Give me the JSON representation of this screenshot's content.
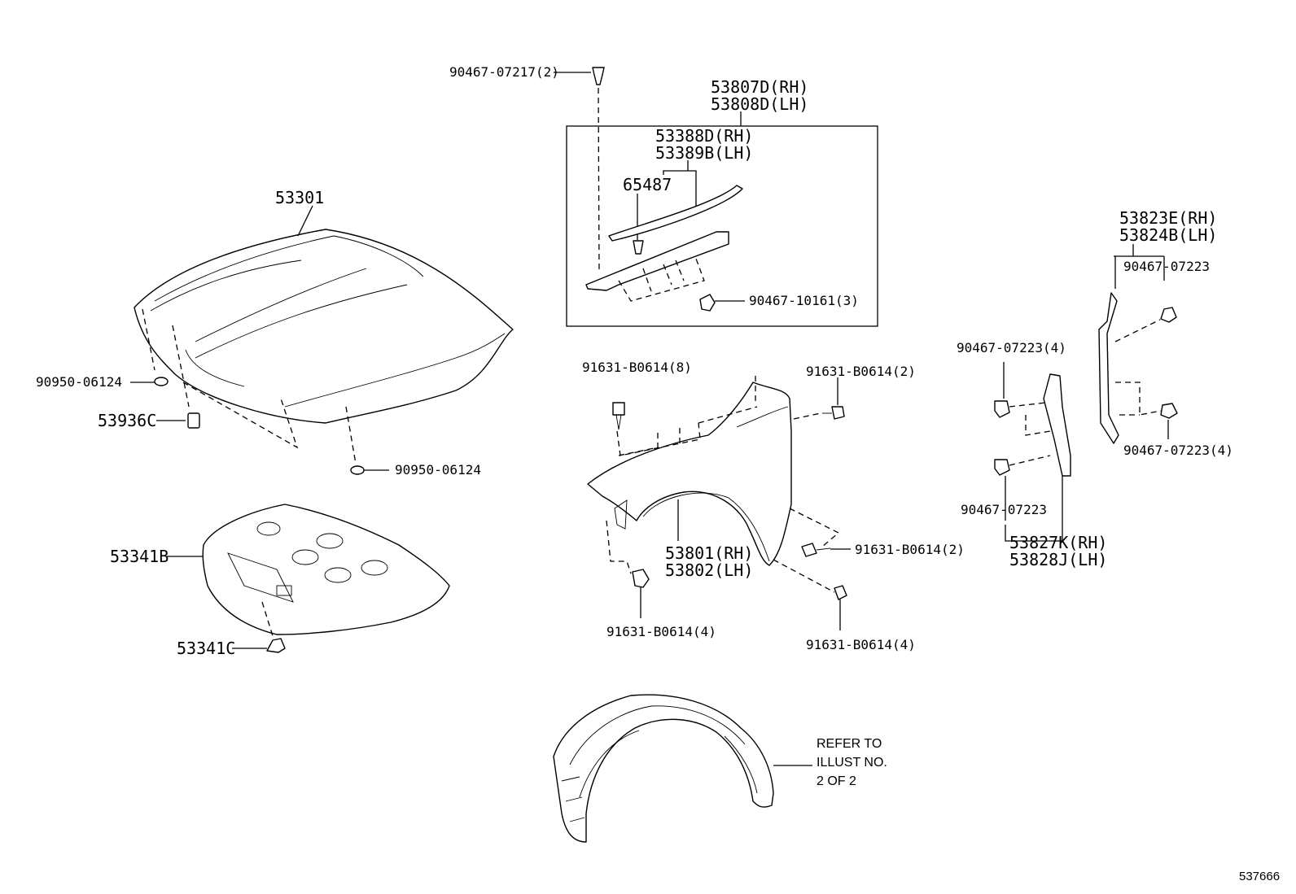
{
  "labels": {
    "p53301": "53301",
    "p90950_a": "90950-06124",
    "p53936c": "53936C",
    "p90950_b": "90950-06124",
    "p53341b": "53341B",
    "p53341c": "53341C",
    "p90467_07217": "90467-07217(2)",
    "p53807d": "53807D(RH)",
    "p53808d": "53808D(LH)",
    "p53388d": "53388D(RH)",
    "p53389b": "53389B(LH)",
    "p65487": "65487",
    "p90467_10161": "90467-10161(3)",
    "p91631_8": "91631-B0614(8)",
    "p91631_2a": "91631-B0614(2)",
    "p91631_2b": "91631-B0614(2)",
    "p91631_4a": "91631-B0614(4)",
    "p91631_4b": "91631-B0614(4)",
    "p53801": "53801(RH)",
    "p53802": "53802(LH)",
    "p53823e": "53823E(RH)",
    "p53824b": "53824B(LH)",
    "p90467_07223_a": "90467-07223",
    "p90467_07223_4a": "90467-07223(4)",
    "p90467_07223_4b": "90467-07223(4)",
    "p90467_07223_b": "90467-07223",
    "p53827k": "53827K(RH)",
    "p53828j": "53828J(LH)"
  },
  "refer_note": [
    "REFER TO",
    "ILLUST NO.",
    "2 OF 2"
  ],
  "page_number": "537666"
}
